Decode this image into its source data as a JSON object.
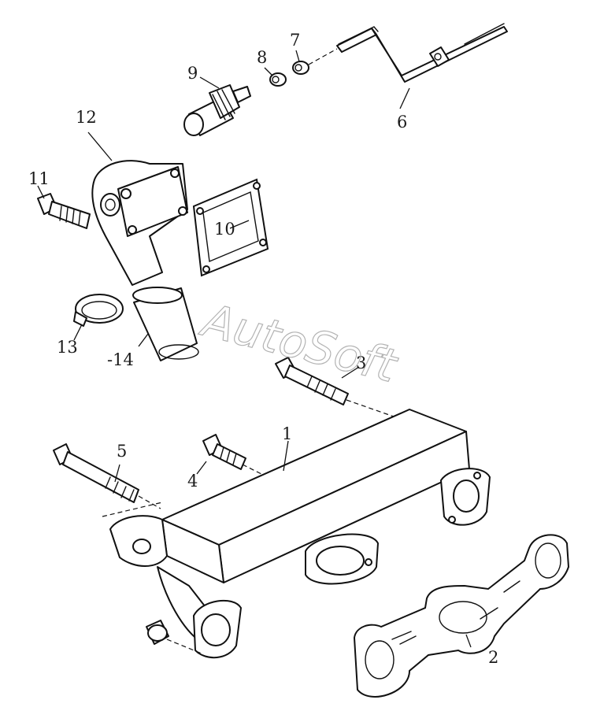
{
  "diagram": {
    "watermark": "AutoSoft",
    "callouts": [
      "1",
      "2",
      "3",
      "4",
      "5",
      "6",
      "7",
      "8",
      "9",
      "10",
      "11",
      "12",
      "13",
      "-14"
    ]
  }
}
